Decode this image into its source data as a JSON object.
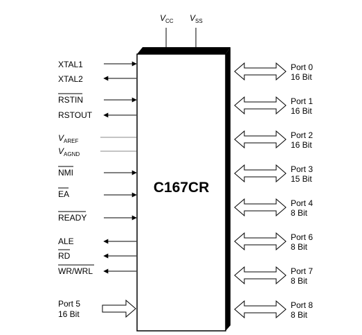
{
  "chip": {
    "name": "C167CR"
  },
  "power": {
    "vcc": {
      "main": "V",
      "sub": "CC"
    },
    "vss": {
      "main": "V",
      "sub": "SS"
    }
  },
  "left_pins": {
    "xtal1": "XTAL1",
    "xtal2": "XTAL2",
    "rstin": "RSTIN",
    "rstout": "RSTOUT",
    "varef": {
      "main": "V",
      "sub": "AREF"
    },
    "vagnd": {
      "main": "V",
      "sub": "AGND"
    },
    "nmi": "NMI",
    "ea": "EA",
    "ready": "READY",
    "ale": "ALE",
    "rd": "RD",
    "wr": "WR/WRL"
  },
  "port5": {
    "name": "Port 5",
    "width": "16 Bit"
  },
  "right_ports": [
    {
      "name": "Port 0",
      "width": "16 Bit"
    },
    {
      "name": "Port 1",
      "width": "16 Bit"
    },
    {
      "name": "Port 2",
      "width": "16 Bit"
    },
    {
      "name": "Port 3",
      "width": "15 Bit"
    },
    {
      "name": "Port 4",
      "width": "8 Bit"
    },
    {
      "name": "Port 6",
      "width": "8 Bit"
    },
    {
      "name": "Port 7",
      "width": "8 Bit"
    },
    {
      "name": "Port 8",
      "width": "8 Bit"
    }
  ]
}
